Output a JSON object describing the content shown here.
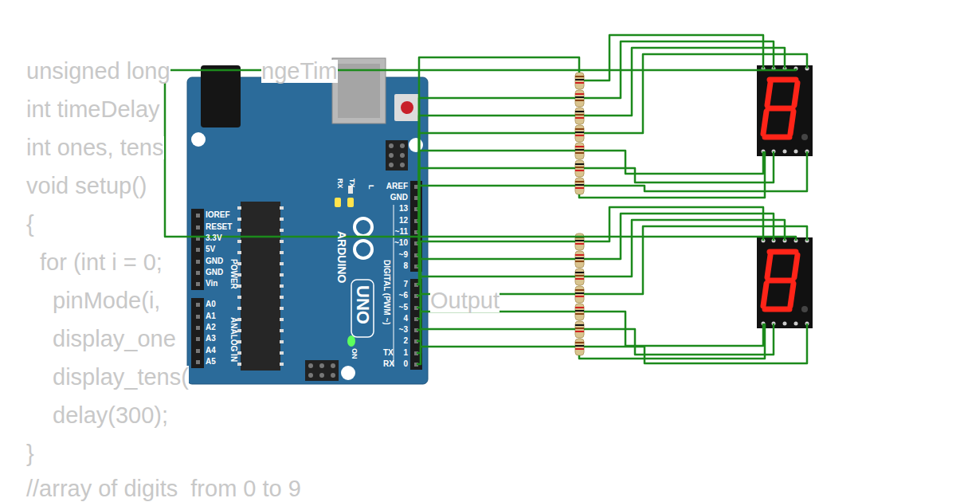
{
  "diagram": {
    "labels": [
      "unsigned long",
      "ngeTim",
      "int timeDelay",
      "int ones, tens",
      "void setup()",
      "{",
      "for (int i = 0;",
      "pinMode(i,",
      "Output",
      "display_one",
      "display_tens(",
      "delay(300);",
      "}",
      "//array of digits  from 0 to 9",
      "IOREF",
      "RESET",
      "3.3V",
      "5V",
      "GND",
      "GND",
      "Vin",
      "POWER",
      "A0",
      "A1",
      "A2",
      "A3",
      "A4",
      "A5",
      "ANALOG IN",
      "AREF",
      "GND",
      "13",
      "12",
      "~11",
      "~10",
      "~9",
      "8",
      "7",
      "~6",
      "~5",
      "4",
      "~3",
      "2",
      "TX",
      "1",
      "RX",
      "0",
      "DIGITAL (PWM ~)",
      "RX",
      "TX",
      "L",
      "ARDUINO",
      "UNO",
      "ON"
    ]
  }
}
